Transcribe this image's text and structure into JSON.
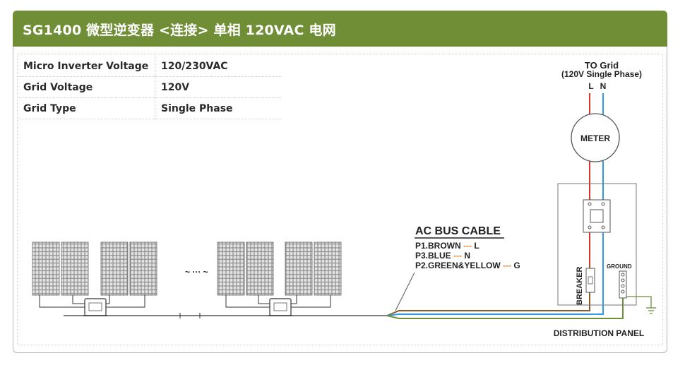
{
  "header": {
    "title": "SG1400 微型逆变器 <连接> 单相 120VAC 电网"
  },
  "specs": [
    {
      "label": "Micro Inverter Voltage",
      "value": "120/230VAC"
    },
    {
      "label": "Grid  Voltage",
      "value": "120V"
    },
    {
      "label": "Grid Type",
      "value": "Single Phase"
    }
  ],
  "grid": {
    "to_grid": "TO Grid",
    "grid_note": "(120V Single Phase)",
    "line_l": "L",
    "line_n": "N",
    "meter_label": "METER"
  },
  "panel": {
    "breaker_label": "BREAKER",
    "ground_label": "GROUND",
    "distribution_label": "DISTRIBUTION PANEL"
  },
  "bus_cable": {
    "title": "AC BUS CABLE",
    "wires": [
      {
        "pin": "P1.BROWN",
        "dash": "---",
        "code": "L",
        "color": "#8b5a2b"
      },
      {
        "pin": "P3.BLUE",
        "dash": "---",
        "code": "N",
        "color": "#2f9be0"
      },
      {
        "pin": "P2.GREEN&YELLOW",
        "dash": "---",
        "code": "G",
        "color": "#6b8f3a"
      }
    ]
  },
  "ellipsis_text": "~ ··· ~",
  "colors": {
    "header_bg": "#6f8e35",
    "brown_wire": "#8b5a2b",
    "blue_wire": "#2f9be0",
    "red_wire": "#d9342b",
    "green_wire": "#6b8f3a",
    "dash_orange": "#e07a1f"
  }
}
